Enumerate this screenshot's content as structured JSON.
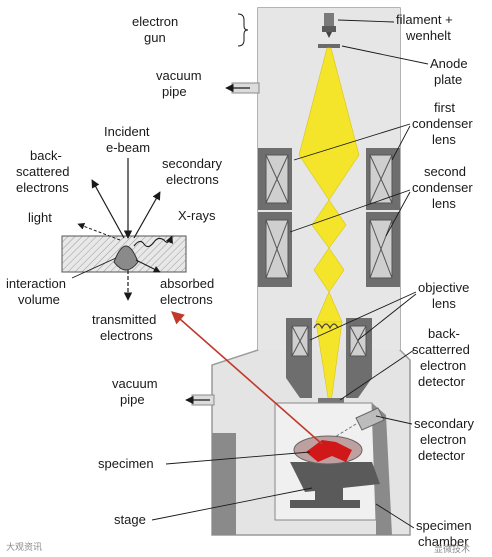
{
  "diagram": {
    "labels": {
      "electron_gun": [
        "electron",
        "gun"
      ],
      "filament": [
        "filament +",
        "wenhelt"
      ],
      "anode": [
        "Anode",
        "plate"
      ],
      "vacuum_pipe_top": [
        "vacuum",
        "pipe"
      ],
      "first_condenser": [
        "first",
        "condenser",
        "lens"
      ],
      "second_condenser": [
        "second",
        "condenser",
        "lens"
      ],
      "objective": [
        "objective",
        "lens"
      ],
      "backscattered_detector": [
        "back-",
        "scatterred",
        "electron",
        "detector"
      ],
      "secondary_detector": [
        "secondary",
        "electron",
        "detector"
      ],
      "vacuum_pipe_bottom": [
        "vacuum",
        "pipe"
      ],
      "specimen": [
        "specimen"
      ],
      "stage": [
        "stage"
      ],
      "specimen_chamber": [
        "specimen",
        "chamber"
      ]
    },
    "inset": {
      "incident": [
        "Incident",
        "e-beam"
      ],
      "backscattered": [
        "back-",
        "scattered",
        "electrons"
      ],
      "secondary": [
        "secondary",
        "electrons"
      ],
      "light": [
        "light"
      ],
      "xrays": [
        "X-rays"
      ],
      "interaction_volume": [
        "interaction",
        "volume"
      ],
      "absorbed": [
        "absorbed",
        "electrons"
      ],
      "transmitted": [
        "transmitted",
        "electrons"
      ]
    },
    "watermark_left": "大观资讯",
    "watermark_right": "显微技术"
  },
  "colors": {
    "beam": "#f5e52a",
    "beam_edge": "#d8c417",
    "column": "#e4e4e4",
    "column_edge": "#9a9a9a",
    "lens_dark": "#6e6e6e",
    "lens_light": "#cfcfcf",
    "arrow_red": "#c0392b",
    "specimen_red": "#d01818"
  }
}
